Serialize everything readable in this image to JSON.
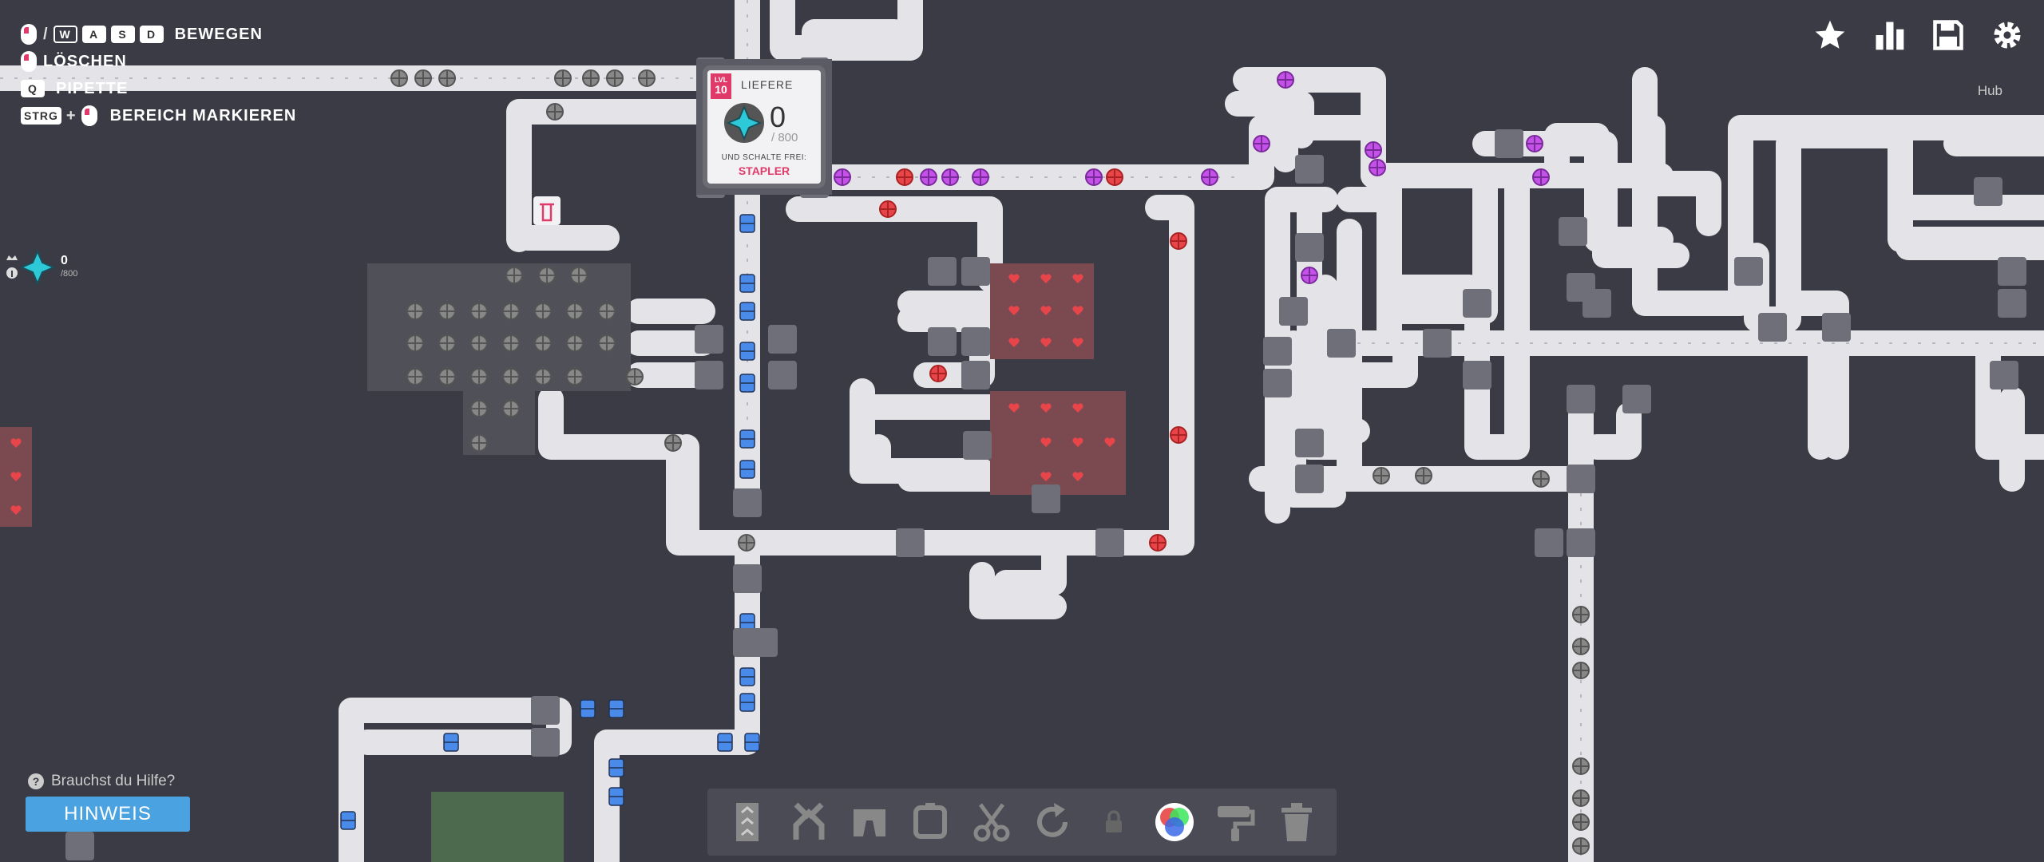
{
  "controls": [
    {
      "keys": [
        "W",
        "A",
        "S",
        "D"
      ],
      "action": "BEWEGEN"
    },
    {
      "action": "LÖSCHEN"
    },
    {
      "key": "Q",
      "action": "PIPETTE"
    },
    {
      "key": "STRG",
      "action": "BEREICH MARKIEREN"
    }
  ],
  "key_sep": "/",
  "key_plus": "+",
  "goal": {
    "level_label": "LVL",
    "level": "10",
    "title": "LIEFERE",
    "delivered": "0",
    "required": "/ 800",
    "unlock_label": "UND SCHALTE FREI:",
    "reward": "STAPLER"
  },
  "stored": {
    "count": "0",
    "required": "/800"
  },
  "help": {
    "question": "Brauchst du Hilfe?",
    "button": "HINWEIS"
  },
  "hub_label": "Hub",
  "top_icons": [
    "star-icon",
    "statistics-icon",
    "save-icon",
    "settings-icon"
  ],
  "toolbar": [
    "belt-tool",
    "balancer-tool",
    "tunnel-tool",
    "miner-tool",
    "cutter-tool",
    "rotator-tool",
    "lock-icon",
    "mixer-tool",
    "painter-tool",
    "trash-tool"
  ],
  "colors": {
    "background": "#3a3b44",
    "belt": "#e4e4e8",
    "accent": "#e03a6a",
    "hint": "#4aa3e0",
    "shape_cyan": "#2ec9d8",
    "shape_blue": "#4a8ae8"
  }
}
